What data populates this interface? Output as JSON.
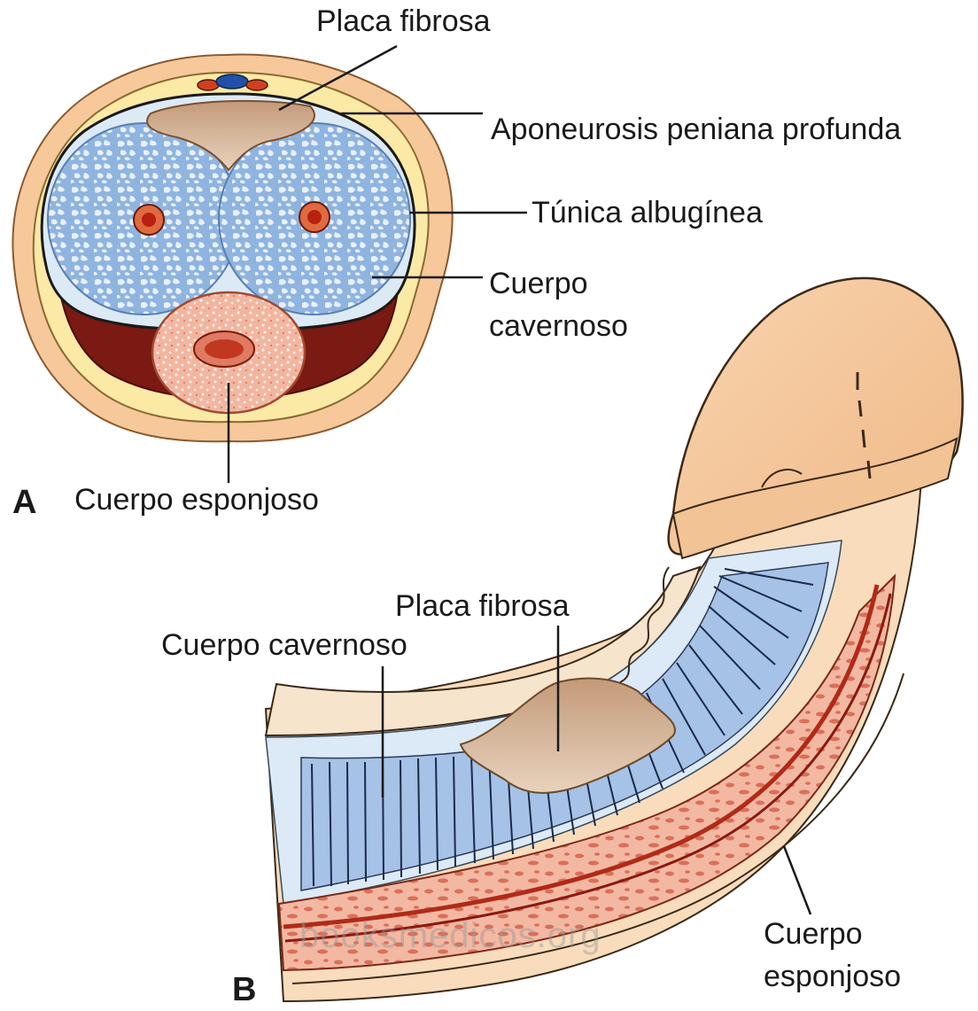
{
  "panel_a": {
    "letter": "A",
    "labels": {
      "placa_fibrosa": "Placa fibrosa",
      "aponeurosis": "Aponeurosis peniana profunda",
      "tunica": "Túnica albugínea",
      "cuerpo_cavernoso_line1": "Cuerpo",
      "cuerpo_cavernoso_line2": "cavernoso",
      "cuerpo_esponjoso": "Cuerpo esponjoso"
    }
  },
  "panel_b": {
    "letter": "B",
    "labels": {
      "placa_fibrosa": "Placa fibrosa",
      "cuerpo_cavernoso": "Cuerpo cavernoso",
      "cuerpo_esponjoso_line1": "Cuerpo",
      "cuerpo_esponjoso_line2": "esponjoso"
    }
  },
  "watermark": "booksmedicos.org",
  "colors": {
    "skin": "#f6c89a",
    "fascia": "#fbe9a6",
    "albuginea": "#dceaf6",
    "cavernous_tissue": "#7fa8d8",
    "plaque": "#c89a70",
    "spongy": "#f0a890",
    "artery": "#d04020",
    "dark_red": "#8a2016"
  }
}
